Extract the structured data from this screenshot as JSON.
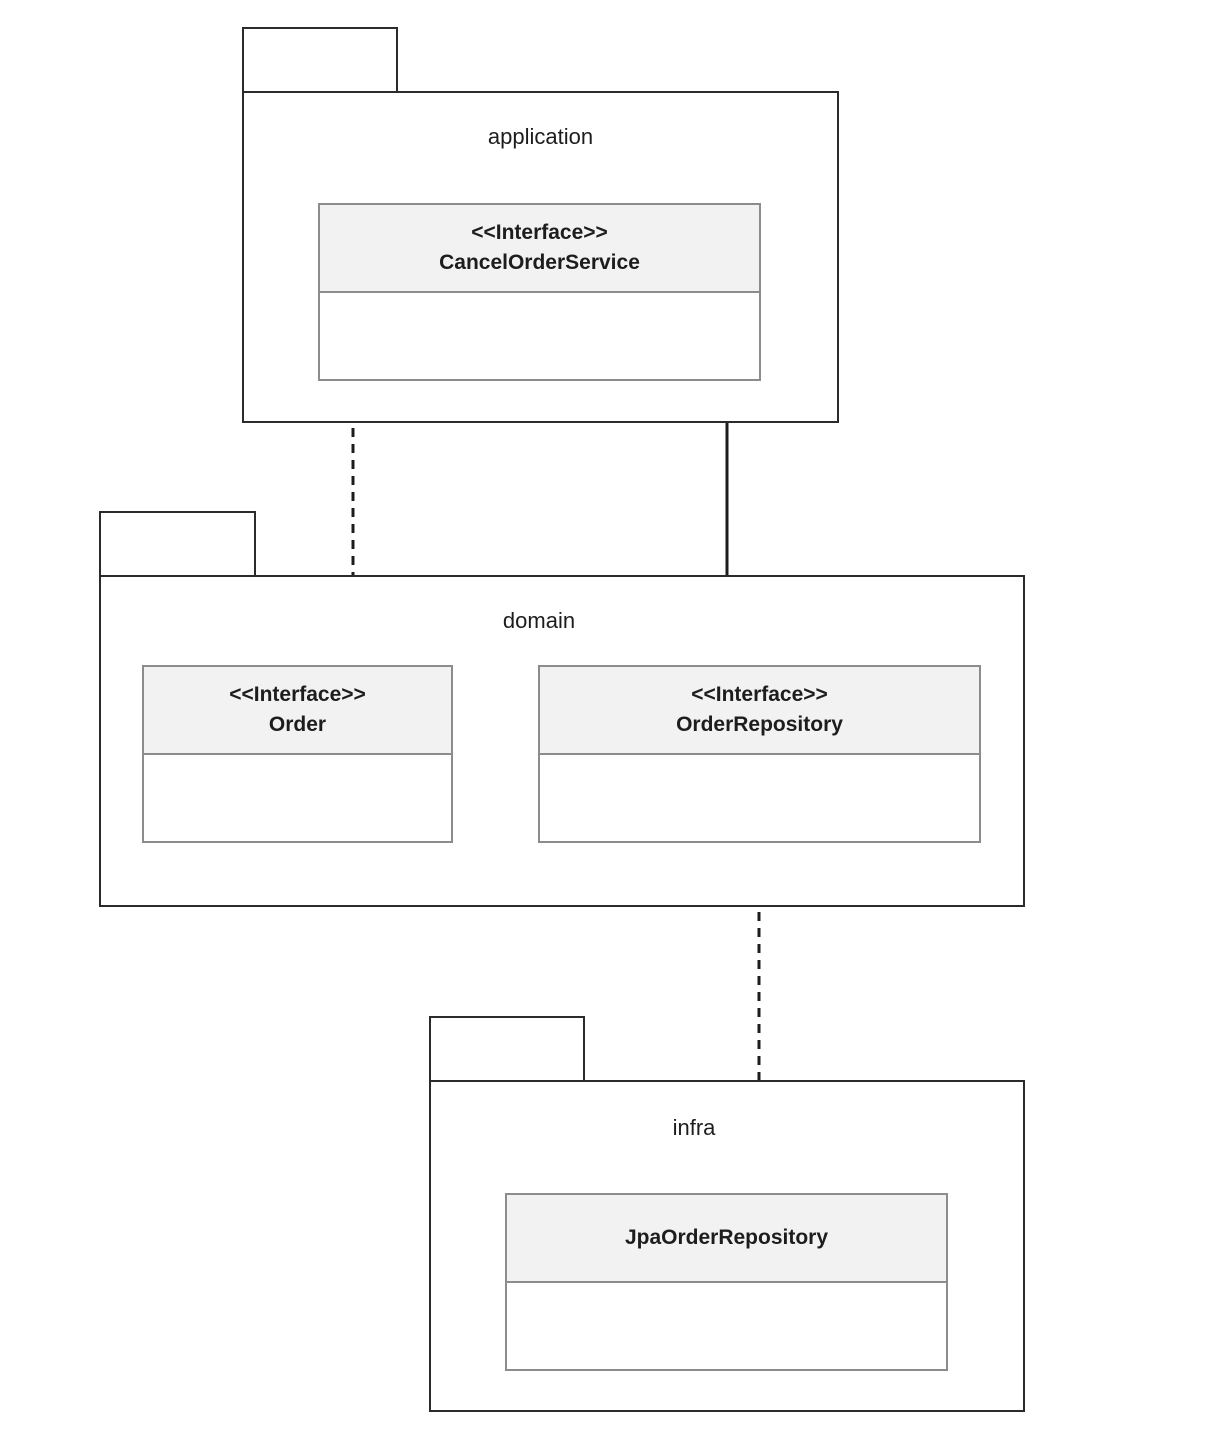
{
  "diagram": {
    "title": "UML package diagram",
    "type": "uml-package-class-diagram",
    "background_color": "#ffffff",
    "package_border_color": "#2b2b2b",
    "class_border_color": "#8c8c8c",
    "class_header_fill": "#f2f2f2",
    "connector_color": "#1d1d1d"
  },
  "packages": [
    {
      "id": "application",
      "label": "application",
      "classes": [
        {
          "id": "cancel-order-service",
          "stereotype": "<<Interface>>",
          "name": "CancelOrderService",
          "is_interface": true
        }
      ]
    },
    {
      "id": "domain",
      "label": "domain",
      "classes": [
        {
          "id": "order",
          "stereotype": "<<Interface>>",
          "name": "Order",
          "is_interface": true
        },
        {
          "id": "order-repository",
          "stereotype": "<<Interface>>",
          "name": "OrderRepository",
          "is_interface": true
        }
      ]
    },
    {
      "id": "infra",
      "label": "infra",
      "classes": [
        {
          "id": "jpa-order-repository",
          "stereotype": "",
          "name": "JpaOrderRepository",
          "is_interface": false
        }
      ]
    }
  ],
  "connectors": [
    {
      "id": "cancelorderservice-to-order",
      "from": "cancel-order-service",
      "to": "order",
      "style": "dashed",
      "arrowhead": "open",
      "kind": "dependency",
      "label": ""
    },
    {
      "id": "cancelorderservice-to-orderrepository",
      "from": "cancel-order-service",
      "to": "order-repository",
      "style": "solid",
      "arrowhead": "open",
      "kind": "association",
      "label": ""
    },
    {
      "id": "jpaorderrepository-to-orderrepository",
      "from": "jpa-order-repository",
      "to": "order-repository",
      "style": "dashed",
      "arrowhead": "open",
      "kind": "realization",
      "label": ""
    }
  ]
}
